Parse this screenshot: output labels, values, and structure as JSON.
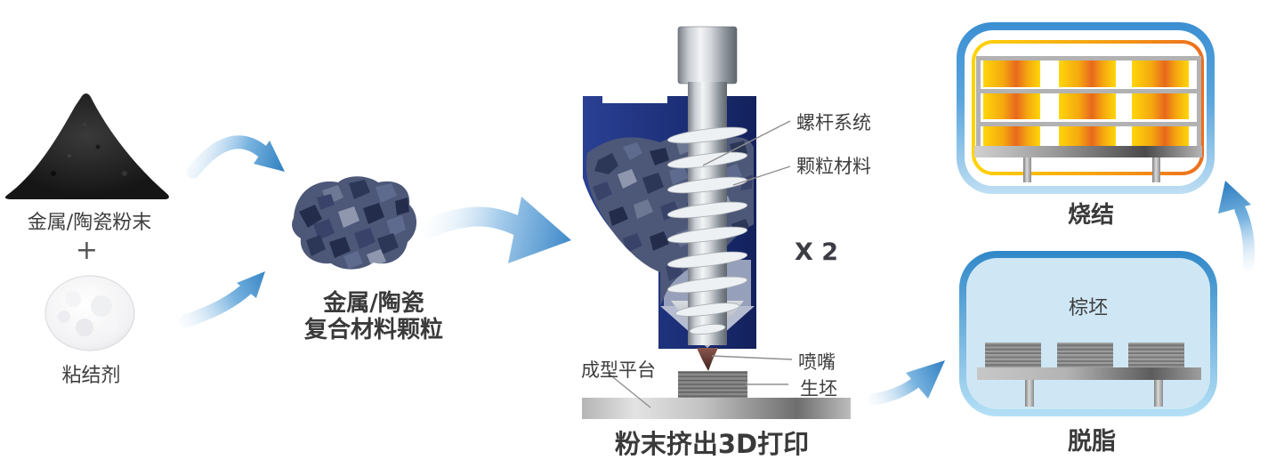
{
  "colors": {
    "arrow_blue": "#3583c6",
    "extruder_navy": "#1c2f78",
    "furnace_border_blue": "#3a8fd2",
    "chamber_fill": "#cfe7f5",
    "heat_yellow": "#ffd305",
    "heat_orange": "#ec6e1e",
    "label_gray": "#3e3e3e"
  },
  "flow": {
    "raw": {
      "powder_label": "金属/陶瓷粉末",
      "plus_sign": "+",
      "binder_label": "粘结剂"
    },
    "granules": {
      "label_line1": "金属/陶瓷",
      "label_line2": "复合材料颗粒"
    },
    "printing": {
      "screw_label": "螺杆系统",
      "pellet_label": "颗粒材料",
      "multiplier": "X 2",
      "platform_label": "成型平台",
      "nozzle_label": "喷嘴",
      "green_part_label": "生坯",
      "title": "粉末挤出3D打印"
    },
    "debinding": {
      "part_label": "棕坯",
      "title": "脱脂"
    },
    "sintering": {
      "title": "烧结"
    }
  }
}
